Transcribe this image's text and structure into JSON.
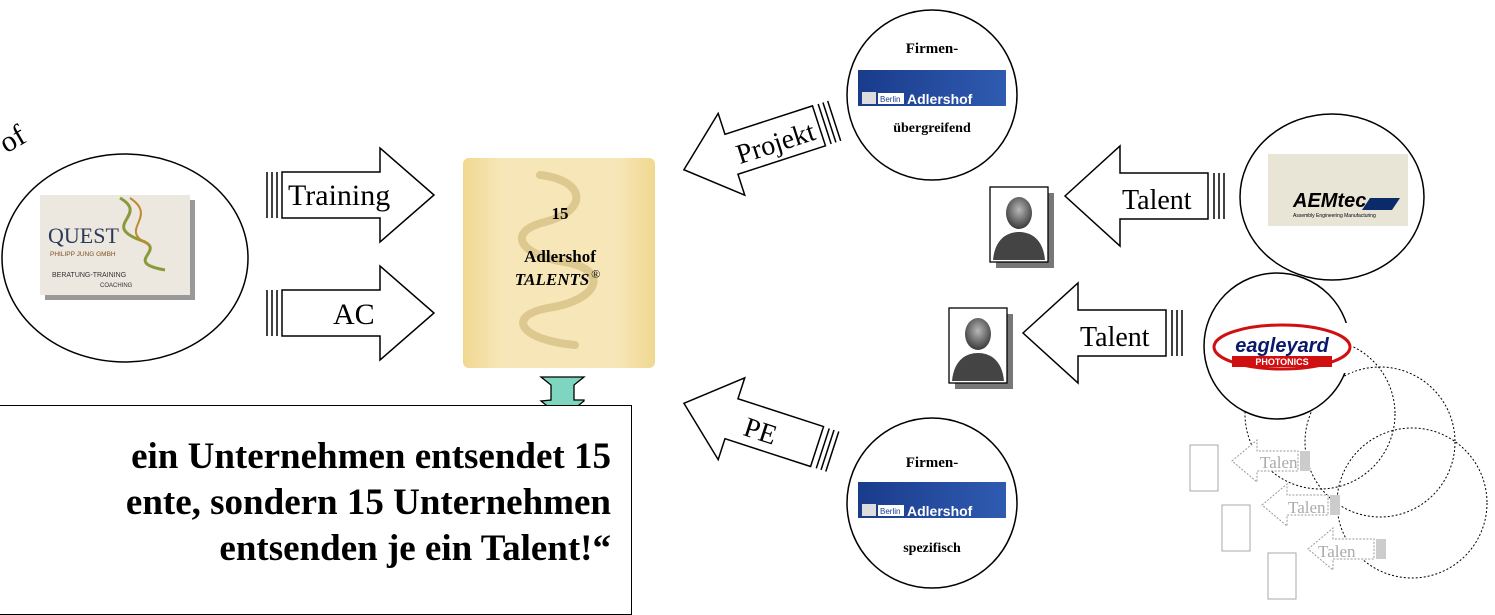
{
  "left_fragment": "of",
  "quest_logo": {
    "name": "QUEST",
    "sub": "PHILIPP JUNG GMBH",
    "tagline1": "BERATUNG-TRAINING",
    "tagline2": "COACHING"
  },
  "arrows": {
    "training": "Training",
    "ac": "AC",
    "projekt": "Projekt",
    "talent_top": "Talent",
    "talent_mid": "Talent",
    "pe": "PE",
    "ghost1": "Talen",
    "ghost2": "Talen",
    "ghost3": "Talen"
  },
  "center_box": {
    "number": "15",
    "line1": "Adlershof",
    "line2": "TALENTS",
    "reg": "®"
  },
  "circles": {
    "top_firm": {
      "top": "Firmen-",
      "bottom": "übergreifend",
      "logo_berlin": "Berlin",
      "logo_text": "Adlershof"
    },
    "bottom_firm": {
      "top": "Firmen-",
      "bottom": "spezifisch",
      "logo_berlin": "Berlin",
      "logo_text": "Adlershof"
    },
    "aemtec": {
      "name": "AEMtec",
      "sub": "Assembly Engineering Manufacturing"
    },
    "eagleyard": {
      "name": "eagleyard",
      "sub": "PHOTONICS"
    }
  },
  "quote": {
    "line1": "ein Unternehmen entsendet 15",
    "line2": "ente, sondern 15 Unternehmen",
    "line3": "entsenden je ein Talent!“"
  }
}
